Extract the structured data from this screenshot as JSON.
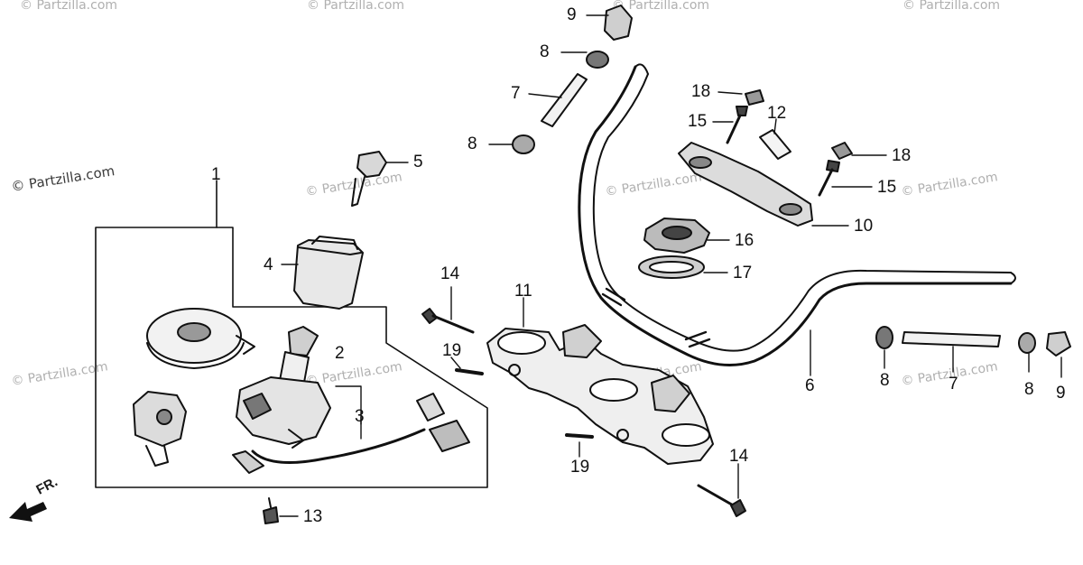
{
  "watermarks": [
    "© Partzilla.com",
    "© Partzilla.com",
    "© Partzilla.com",
    "© Partzilla.com",
    "© Partzilla.com",
    "© Partzilla.com",
    "© Partzilla.com",
    "© Partzilla.com",
    "© Partzilla.com",
    "© Partzilla.com",
    "© Partzilla.com",
    "© Partzilla.com"
  ],
  "front_indicator": "FR.",
  "callouts": {
    "c1": "1",
    "c2": "2",
    "c3": "3",
    "c4": "4",
    "c5": "5",
    "c6": "6",
    "c7_top": "7",
    "c7_right": "7",
    "c8_top_a": "8",
    "c8_top_b": "8",
    "c8_right_a": "8",
    "c8_right_b": "8",
    "c9_top": "9",
    "c9_right": "9",
    "c10": "10",
    "c11": "11",
    "c12": "12",
    "c13": "13",
    "c14_left": "14",
    "c14_right": "14",
    "c15_a": "15",
    "c15_b": "15",
    "c16": "16",
    "c17": "17",
    "c18_a": "18",
    "c18_b": "18",
    "c19_a": "19",
    "c19_b": "19"
  }
}
